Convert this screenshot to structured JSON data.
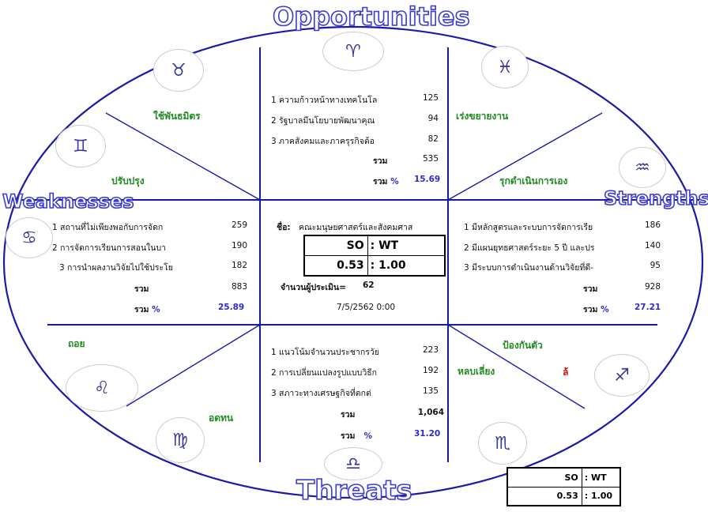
{
  "headings": {
    "top": "Opportunities",
    "left": "Weaknesses",
    "right": "Strengths",
    "bottom": "Threats"
  },
  "sectors": {
    "wo_use": "ใช้พันธมิตร",
    "wo_improve": "ปรับปรุง",
    "so_expand": "เร่งขยายงาน",
    "so_proactive": "รุกดำเนินการเอง",
    "wt_withdraw": "ถอย",
    "wt_endure": "อดทน",
    "st_protect": "ป้องกันตัว",
    "st_avoid": "หลบเลี่ยง",
    "st_mark": "ล้"
  },
  "opportunities": {
    "items": [
      {
        "no": "1",
        "text": "ความก้าวหน้าทางเทคโนโล",
        "score": "125"
      },
      {
        "no": "2",
        "text": "รัฐบาลมีนโยบายพัฒนาคุณ",
        "score": "94"
      },
      {
        "no": "3",
        "text": "ภาคสังคมและภาครุรกิจต้อ",
        "score": "82"
      }
    ],
    "total_label": "รวม",
    "total": "535",
    "pct_label": "รวม",
    "pct_symbol": "%",
    "pct": "15.69"
  },
  "weaknesses": {
    "items": [
      {
        "no": "1",
        "text": "สถานที่ไม่เพียงพอกับการจัดก",
        "score": "259"
      },
      {
        "no": "2",
        "text": "การจัดการเรียนการสอนในบา",
        "score": "190"
      },
      {
        "no": "3",
        "text": "การนำผลงานวิจัยไปใช้ประโย",
        "score": "182"
      }
    ],
    "total_label": "รวม",
    "total": "883",
    "pct_label": "รวม",
    "pct_symbol": "%",
    "pct": "25.89"
  },
  "strengths": {
    "items": [
      {
        "no": "1",
        "text": "มีหลักสูตรและระบบการจัดการเรีย",
        "score": "186"
      },
      {
        "no": "2",
        "text": "มีแผนยุทธศาสตร์ระยะ 5 ปี และปร",
        "score": "140"
      },
      {
        "no": "3",
        "text": "มีระบบการดำเนินงานด้านวิจัยที่ดี-",
        "score": "95"
      }
    ],
    "total_label": "รวม",
    "total": "928",
    "pct_label": "รวม",
    "pct_symbol": "%",
    "pct": "27.21"
  },
  "threats": {
    "items": [
      {
        "no": "1",
        "text": "แนวโน้มจำนวนประชากรวัย",
        "score": "223"
      },
      {
        "no": "2",
        "text": "การเปลี่ยนแปลงรูปแบบวิธีก",
        "score": "192"
      },
      {
        "no": "3",
        "text": "สภาวะทางเศรษฐกิจที่ตกต่",
        "score": "135"
      }
    ],
    "total_label": "รวม",
    "total": "1,064",
    "pct_label": "รวม",
    "pct_symbol": "%",
    "pct": "31.20"
  },
  "center": {
    "name_label": "ชื่อ:",
    "name_value": "คณะมนุษยศาสตร์และสังคมศาส",
    "ratio_label_a": "SO",
    "ratio_label_b": ": WT",
    "ratio_value_a": "0.53",
    "ratio_value_b": ": 1.00",
    "evaluators_label": "จำนวนผู้ประเมิน=",
    "evaluators": "62",
    "date": "7/5/2562 0:00"
  },
  "corner_box": {
    "label_a": "SO",
    "label_b": ": WT",
    "value_a": "0.53",
    "value_b": ": 1.00"
  },
  "icons": [
    "taurus-icon",
    "aries-icon",
    "pisces-icon",
    "gemini-icon",
    "aquarius-icon",
    "cancer-icon",
    "leo-icon",
    "virgo-icon",
    "libra-icon",
    "scorpio-icon",
    "sagittarius-icon"
  ],
  "colors": {
    "lines": "#1a1aa8",
    "heading_outline": "#3b3bcf",
    "sector_text": "#1f8a1f",
    "percent": "#2a2ad0",
    "mark": "#d01010"
  }
}
